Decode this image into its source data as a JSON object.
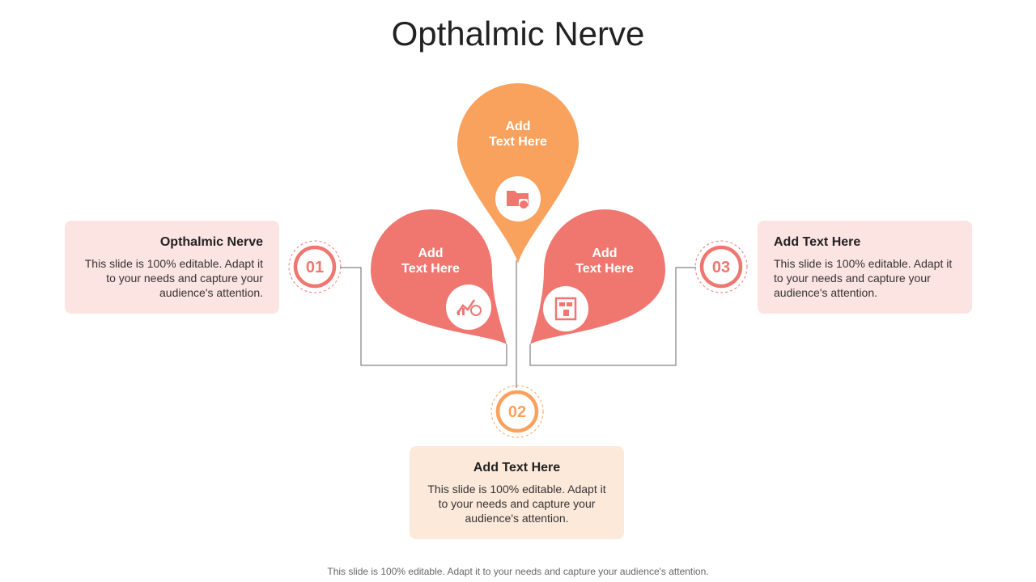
{
  "title": "Opthalmic Nerve",
  "footer": "This slide is 100% editable. Adapt it to your needs and capture your audience's attention.",
  "colors": {
    "orange": "#f9a25e",
    "salmon": "#f07670",
    "connector": "#666666",
    "card_pink": "#fce4e2",
    "card_peach": "#fde9da"
  },
  "drops": [
    {
      "label": "Add\nText Here",
      "icon": "folder-lock-icon",
      "color": "#f07670"
    },
    {
      "label": "Add\nText Here",
      "icon": "folder-lock-icon",
      "color": "#f9a25e"
    },
    {
      "label": "Add\nText Here",
      "icon": "document-chart-icon",
      "color": "#f07670"
    }
  ],
  "icons": {
    "left": "chart-globe-icon",
    "center": "folder-lock-icon",
    "right": "document-chart-icon"
  },
  "steps": [
    {
      "number": "01",
      "heading": "Opthalmic Nerve",
      "body": "This slide is 100% editable. Adapt it to your needs and capture your audience's attention."
    },
    {
      "number": "02",
      "heading": "Add Text Here",
      "body": "This slide is 100% editable. Adapt it to your needs and capture your audience's attention."
    },
    {
      "number": "03",
      "heading": "Add Text Here",
      "body": "This slide is 100% editable. Adapt it to your needs and capture your audience's attention."
    }
  ]
}
